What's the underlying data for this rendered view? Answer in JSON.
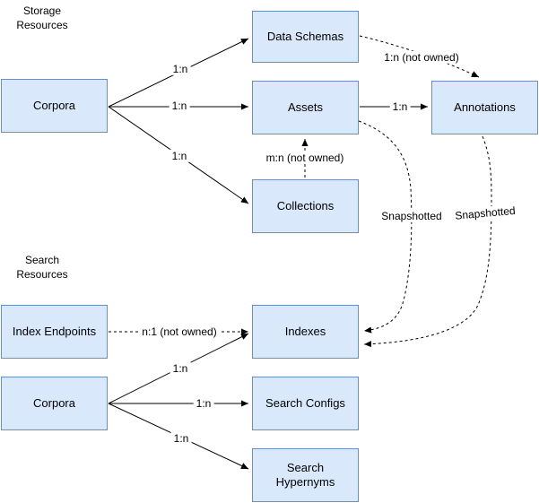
{
  "diagram": {
    "title_sections": {
      "storage": "Storage\nResources",
      "search": "Search\nResources"
    },
    "colors": {
      "node_fill": "#DAE8FC",
      "node_border": "#6C8EBF",
      "edge_line": "#000000",
      "background": "#FFFFFF"
    },
    "nodes": {
      "corpora_storage": {
        "label": "Corpora"
      },
      "data_schemas": {
        "label": "Data Schemas"
      },
      "assets": {
        "label": "Assets"
      },
      "annotations": {
        "label": "Annotations"
      },
      "collections": {
        "label": "Collections"
      },
      "index_endpoints": {
        "label": "Index Endpoints"
      },
      "corpora_search": {
        "label": "Corpora"
      },
      "indexes": {
        "label": "Indexes"
      },
      "search_configs": {
        "label": "Search Configs"
      },
      "search_hypernyms": {
        "label": "Search\nHypernyms"
      }
    },
    "edges": {
      "corpora_to_data_schemas": {
        "label": "1:n",
        "style": "solid"
      },
      "corpora_to_assets": {
        "label": "1:n",
        "style": "solid"
      },
      "corpora_to_collections": {
        "label": "1:n",
        "style": "solid"
      },
      "data_schemas_to_annotations": {
        "label": "1:n (not owned)",
        "style": "dashed"
      },
      "assets_to_annotations": {
        "label": "1:n",
        "style": "solid"
      },
      "collections_to_assets": {
        "label": "m:n (not owned)",
        "style": "dashed"
      },
      "assets_to_indexes": {
        "label": "Snapshotted",
        "style": "dashed"
      },
      "annotations_to_indexes": {
        "label": "Snapshotted",
        "style": "dashed"
      },
      "index_endpoints_to_indexes": {
        "label": "n:1 (not owned)",
        "style": "dashed"
      },
      "corpora_search_to_indexes": {
        "label": "1:n",
        "style": "solid"
      },
      "corpora_search_to_search_configs": {
        "label": "1:n",
        "style": "solid"
      },
      "corpora_search_to_search_hypernyms": {
        "label": "1:n",
        "style": "solid"
      }
    }
  }
}
